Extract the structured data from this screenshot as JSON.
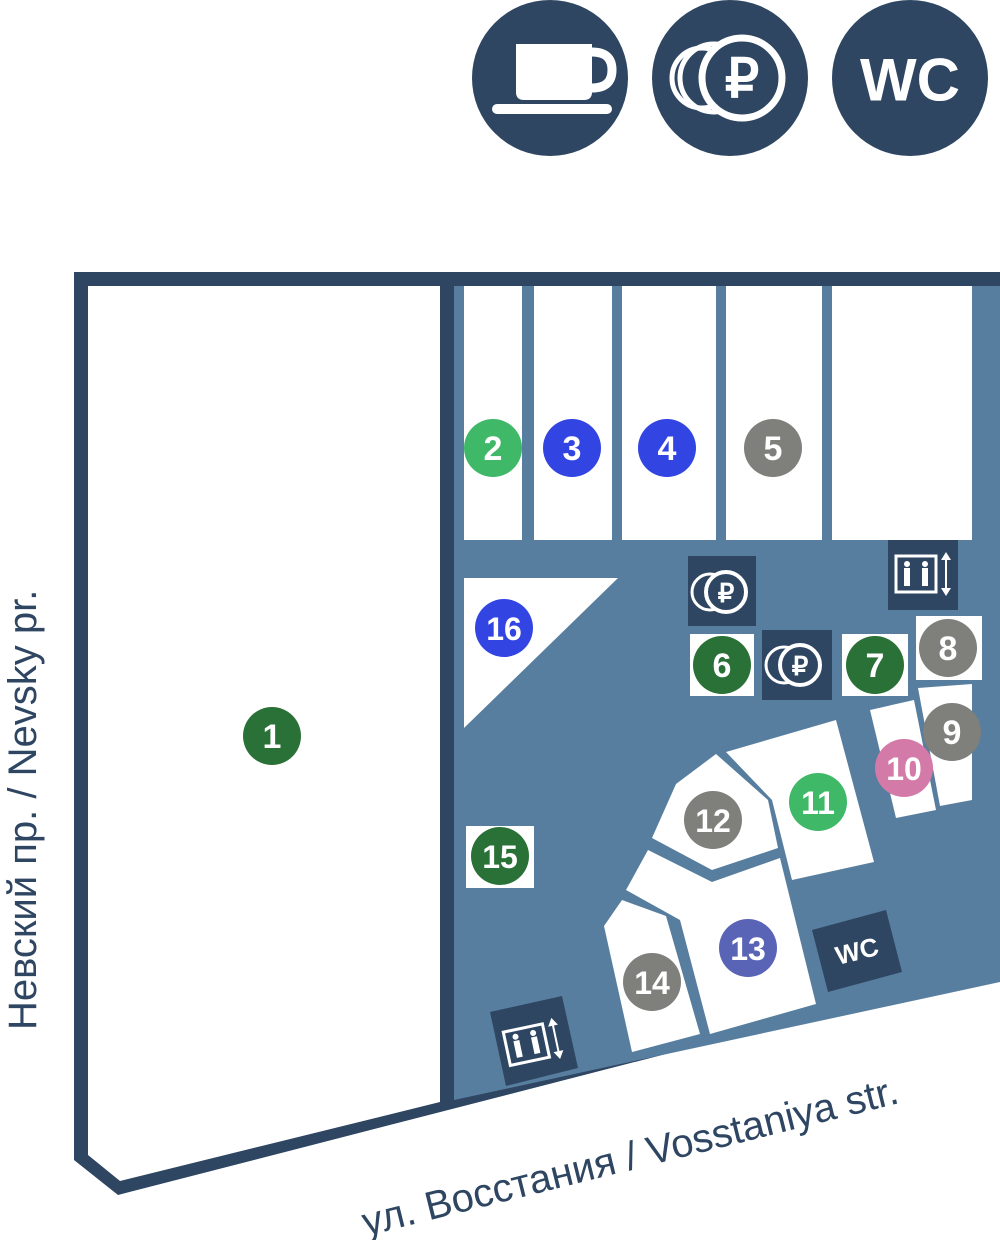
{
  "colors": {
    "navy": "#2e4662",
    "corridor": "#587e9f",
    "dark_green": "#2a7137",
    "light_green": "#3fb868",
    "blue": "#3245e3",
    "gray": "#7f7f7b",
    "pink": "#d47aa8",
    "purple": "#5a64b6"
  },
  "legend": [
    {
      "name": "cafe-icon"
    },
    {
      "name": "currency-exchange-icon"
    },
    {
      "name": "wc-icon",
      "label": "WC"
    }
  ],
  "streets": {
    "nevsky": "Невский пр. / Nevsky pr.",
    "vosstaniya": "ул. Восстания / Vosstaniya str."
  },
  "pins": [
    {
      "label": "1",
      "color": "dark_green"
    },
    {
      "label": "2",
      "color": "light_green"
    },
    {
      "label": "3",
      "color": "blue"
    },
    {
      "label": "4",
      "color": "blue"
    },
    {
      "label": "5",
      "color": "gray"
    },
    {
      "label": "6",
      "color": "dark_green"
    },
    {
      "label": "7",
      "color": "dark_green"
    },
    {
      "label": "8",
      "color": "gray"
    },
    {
      "label": "9",
      "color": "gray"
    },
    {
      "label": "10",
      "color": "pink"
    },
    {
      "label": "11",
      "color": "light_green"
    },
    {
      "label": "12",
      "color": "gray"
    },
    {
      "label": "13",
      "color": "purple"
    },
    {
      "label": "14",
      "color": "gray"
    },
    {
      "label": "15",
      "color": "dark_green"
    },
    {
      "label": "16",
      "color": "blue"
    }
  ],
  "facilities": {
    "wc_label": "WC"
  }
}
